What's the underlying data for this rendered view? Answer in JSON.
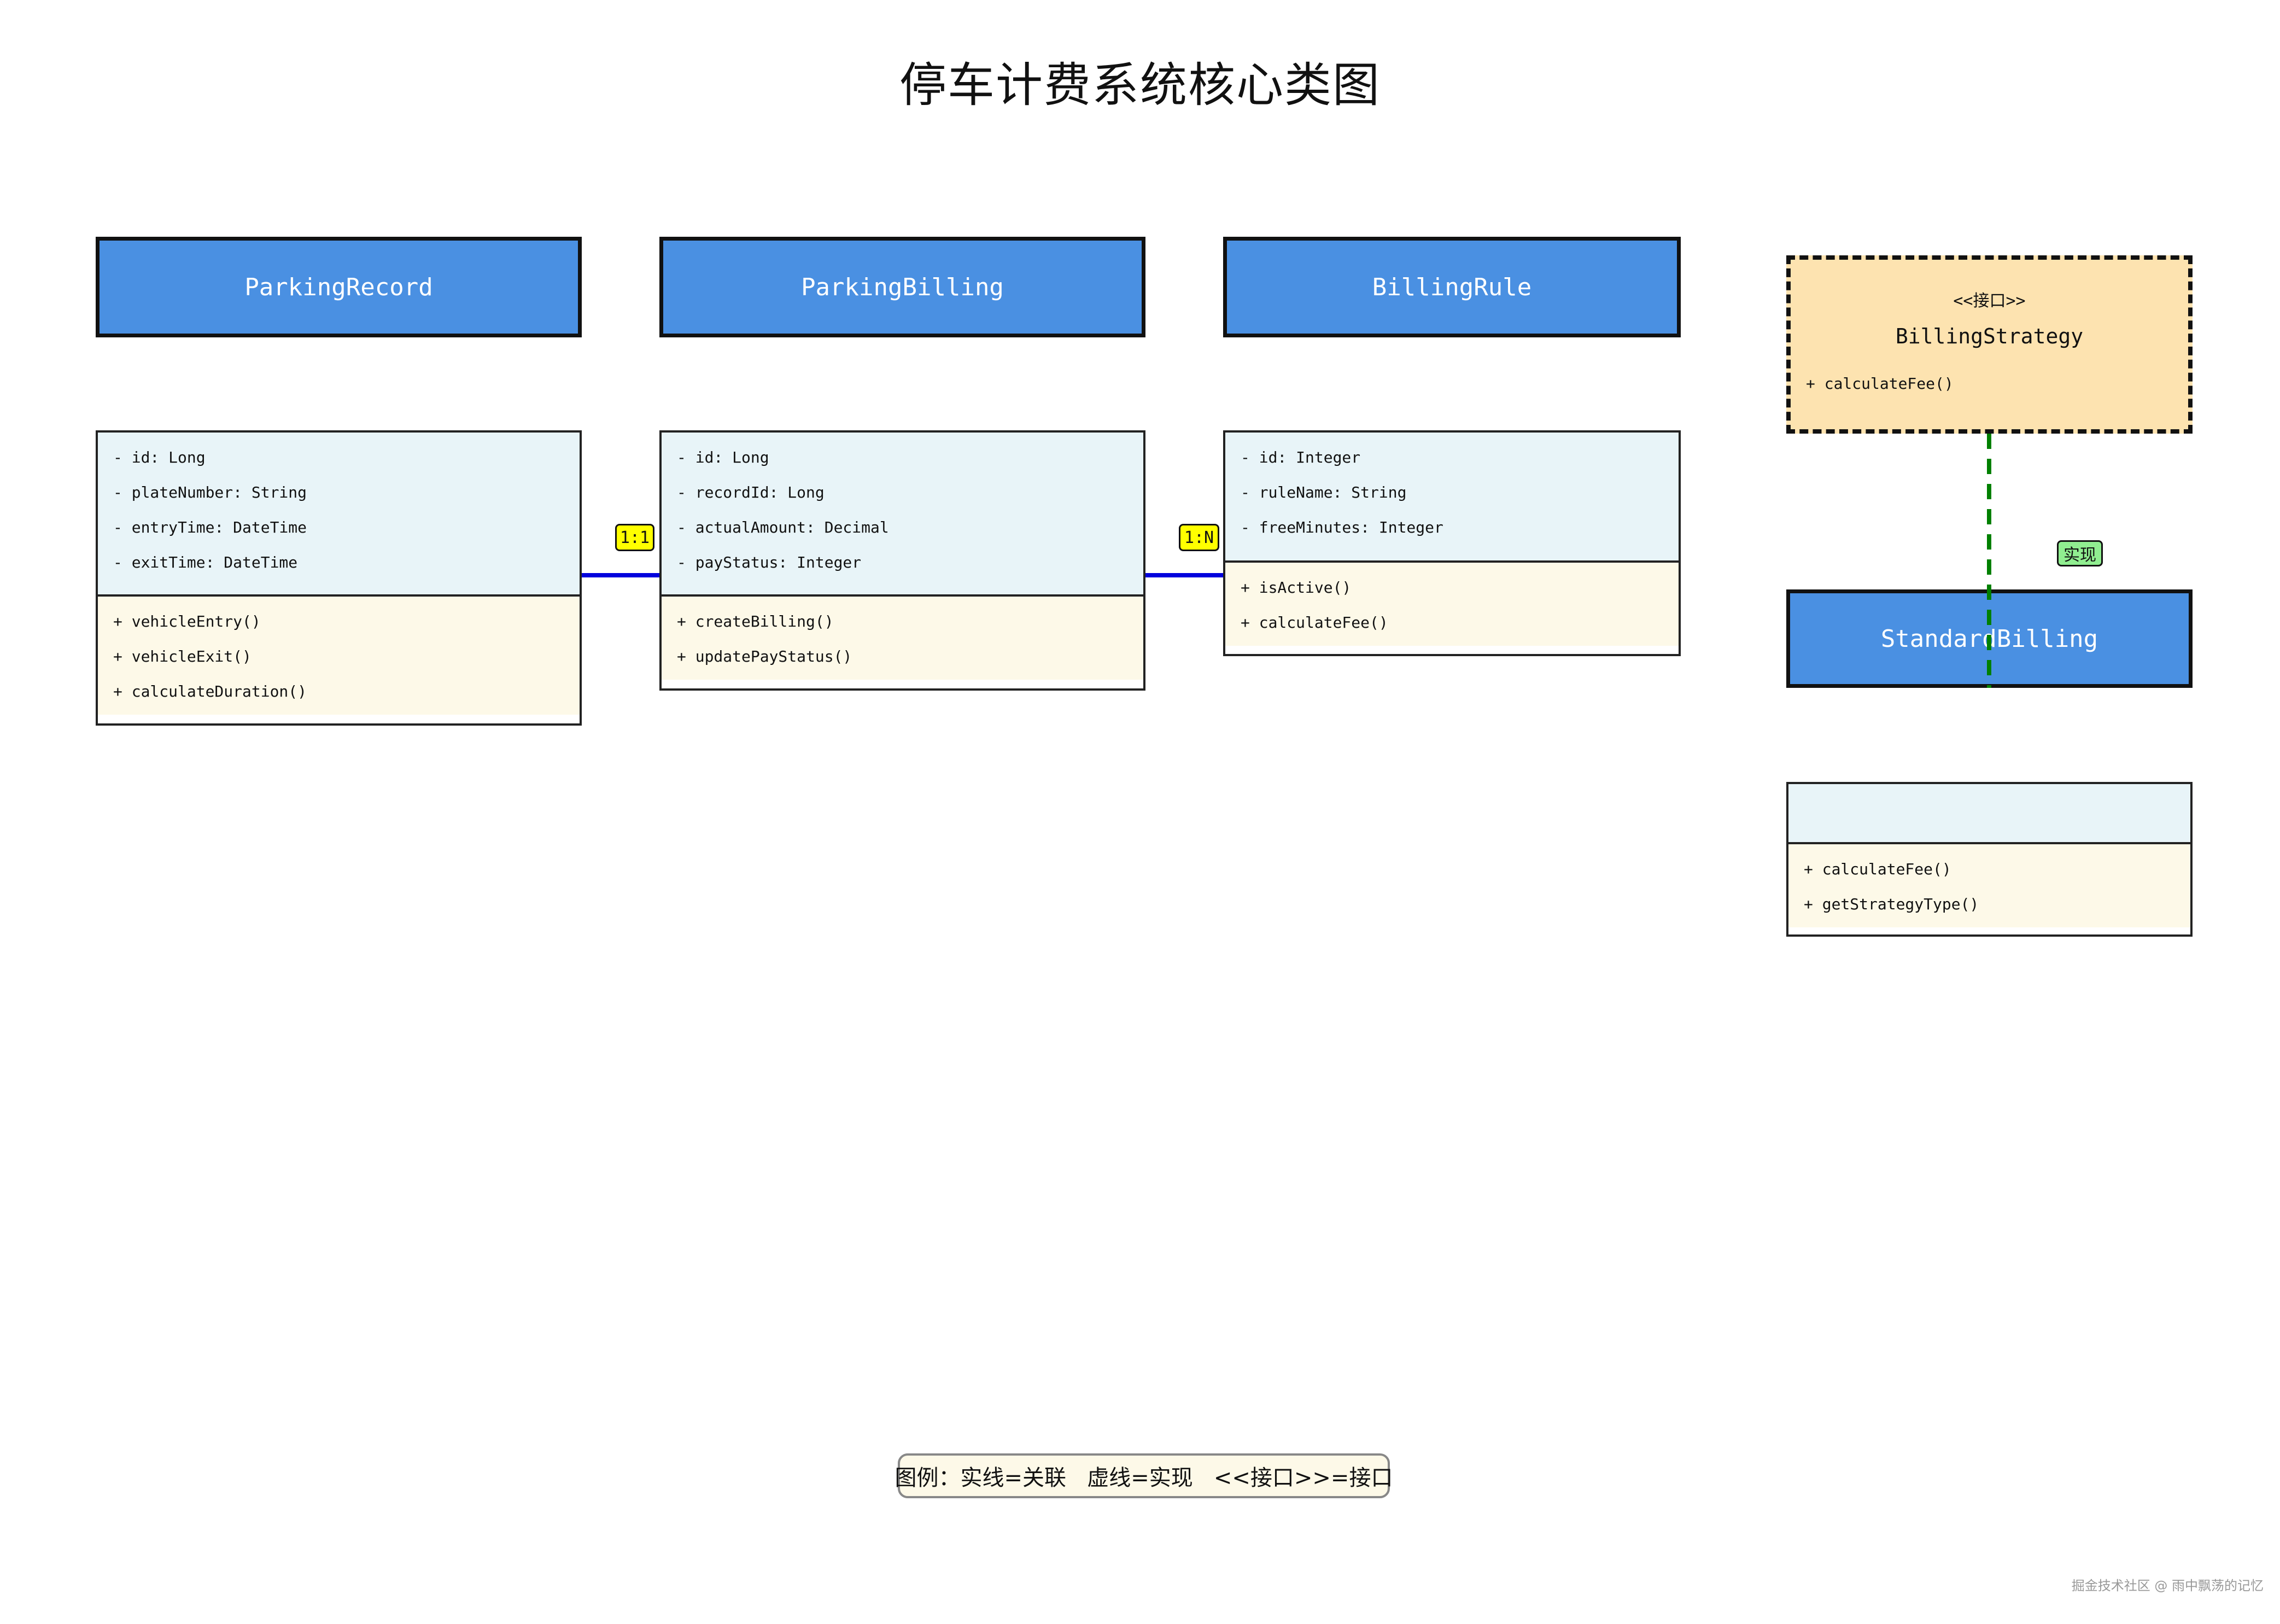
{
  "title": "停车计费系统核心类图",
  "classes": {
    "parking_record": {
      "name": "ParkingRecord",
      "attributes": [
        "- id: Long",
        "- plateNumber: String",
        "- entryTime: DateTime",
        "- exitTime: DateTime"
      ],
      "methods": [
        "+ vehicleEntry()",
        "+ vehicleExit()",
        "+ calculateDuration()"
      ]
    },
    "parking_billing": {
      "name": "ParkingBilling",
      "attributes": [
        "- id: Long",
        "- recordId: Long",
        "- actualAmount: Decimal",
        "- payStatus: Integer"
      ],
      "methods": [
        "+ createBilling()",
        "+ updatePayStatus()"
      ]
    },
    "billing_rule": {
      "name": "BillingRule",
      "attributes": [
        "- id: Integer",
        "- ruleName: String",
        "- freeMinutes: Integer"
      ],
      "methods": [
        "+ isActive()",
        "+ calculateFee()"
      ]
    },
    "standard_billing": {
      "name": "StandardBilling",
      "attributes": [],
      "methods": [
        "+ calculateFee()",
        "+ getStrategyType()"
      ]
    }
  },
  "interface": {
    "stereotype": "<<接口>>",
    "name": "BillingStrategy",
    "methods": [
      "+ calculateFee()"
    ]
  },
  "relations": {
    "record_billing_label": "1:1",
    "billing_rule_label": "1:N",
    "realization_label": "实现"
  },
  "legend": "图例：实线=关联   虚线=实现   <<接口>>=接口",
  "watermark": "掘金技术社区 @ 雨中飘荡的记忆",
  "colors": {
    "header_fill": "#4a90e2",
    "attr_fill": "#e8f4f8",
    "method_fill": "#fdf9e8",
    "interface_fill": "#fde3b0",
    "association_line": "#0000dd",
    "realization_line": "#008000",
    "badge_yellow": "#ffff00",
    "badge_green": "#90ee90"
  }
}
